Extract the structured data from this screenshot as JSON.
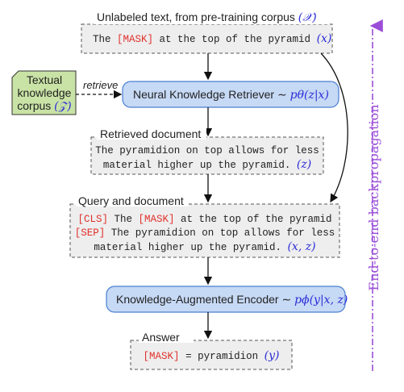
{
  "input": {
    "title": "Unlabeled text, from pre-training corpus",
    "title_var": "(𝒳)",
    "line_pre": "The ",
    "line_mask": "[MASK]",
    "line_post": " at the top of the pyramid",
    "line_var": "(x)"
  },
  "corpus": {
    "line1": "Textual",
    "line2": "knowledge",
    "line3": "corpus",
    "var": "(𝒵)",
    "edge_label": "retrieve"
  },
  "retriever": {
    "label": "Neural Knowledge Retriever ∼",
    "math": "pθ(z|x)"
  },
  "retrieved": {
    "title": "Retrieved document",
    "line1": "The pyramidion on top allows for less",
    "line2": "material higher up the pyramid.",
    "var": "(z)"
  },
  "query": {
    "title": "Query and document",
    "l1_cls": "[CLS]",
    "l1_a": " The ",
    "l1_mask": "[MASK]",
    "l1_b": " at the top of the pyramid",
    "l2_sep": "[SEP]",
    "l2_text": " The pyramidion on top allows for less",
    "l3_text": "material higher up the pyramid.",
    "var": "(x, z)"
  },
  "encoder": {
    "label": "Knowledge-Augmented Encoder ∼",
    "math": "pϕ(y|x, z)"
  },
  "answer": {
    "title": "Answer",
    "mask": "[MASK]",
    "eq": " = pyramidion",
    "var": "(y)"
  },
  "side_label": "End-to-end backpropagation",
  "colors": {
    "token": "#e0302b",
    "math": "#2b2bd6",
    "blue_fill": "#c6d9f5",
    "blue_stroke": "#4a7fd1",
    "green_fill": "#c9e3a6",
    "backprop": "#9b4ed8",
    "dashed_fill": "#eeeeee"
  }
}
